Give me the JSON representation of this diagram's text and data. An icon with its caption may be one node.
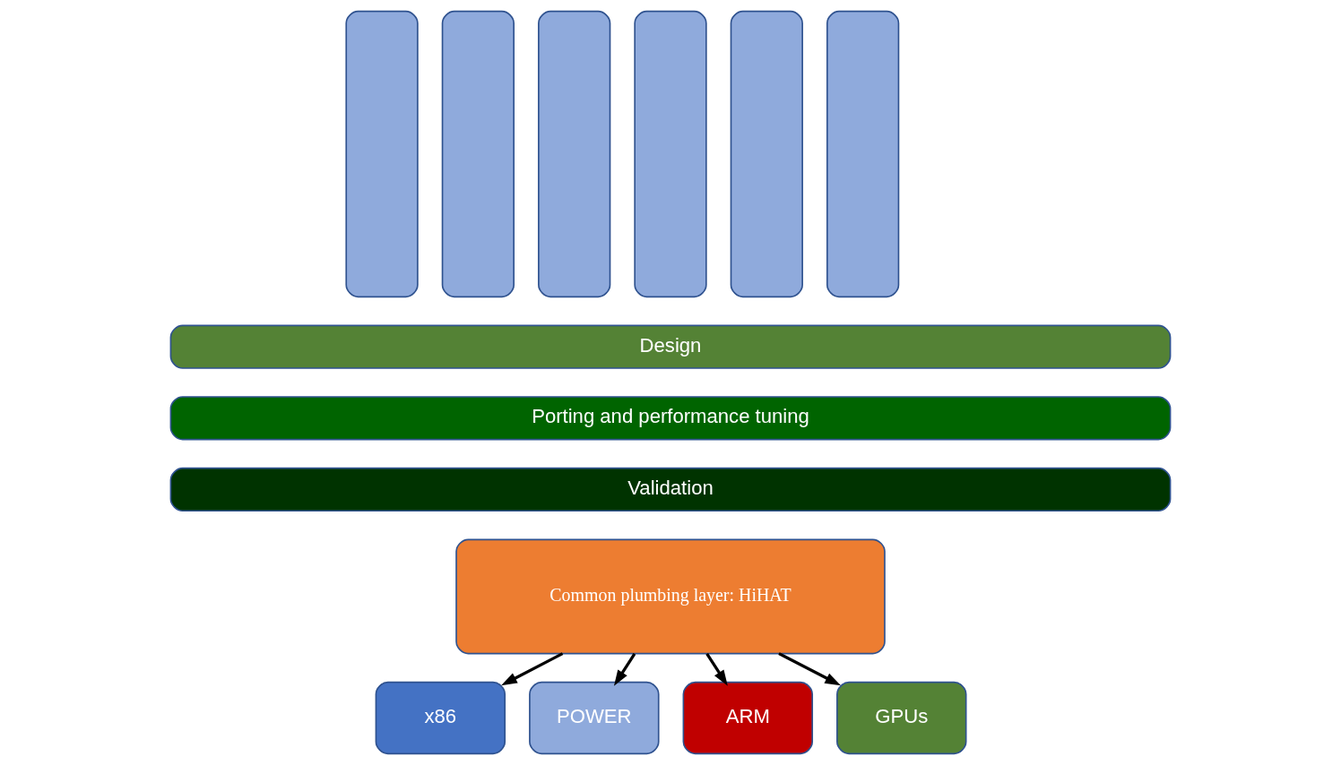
{
  "diagram": {
    "nodes": [
      {
        "text": [],
        "shape": "bar"
      },
      {
        "text": [],
        "shape": "bar"
      },
      {
        "text": [],
        "shape": "bar"
      },
      {
        "text": [],
        "shape": "bar"
      },
      {
        "text": [],
        "shape": "bar"
      },
      {
        "text": [],
        "shape": "bar"
      },
      {
        "text": [
          "Design"
        ]
      },
      {
        "text": [
          "Porting and performance tuning"
        ]
      },
      {
        "text": [
          "Validation"
        ]
      },
      {
        "text": [
          "Common plumbing layer: HiHAT"
        ]
      },
      {
        "text": [
          "x86"
        ]
      },
      {
        "text": [
          "POWER"
        ]
      },
      {
        "text": [
          "ARM"
        ]
      },
      {
        "text": [
          "GPUs"
        ]
      }
    ],
    "edges": [
      {
        "from": 9,
        "to": 10,
        "arrow": "to"
      },
      {
        "from": 9,
        "to": 11,
        "arrow": "to"
      },
      {
        "from": 9,
        "to": 12,
        "arrow": "to"
      },
      {
        "from": 9,
        "to": 13,
        "arrow": "to"
      }
    ]
  }
}
